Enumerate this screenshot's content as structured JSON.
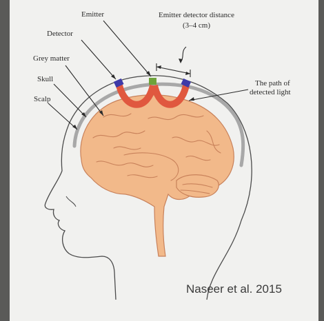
{
  "labels": {
    "emitter": "Emitter",
    "detector": "Detector",
    "grey_matter": "Grey matter",
    "skull": "Skull",
    "scalp": "Scalp",
    "distance_line1": "Emitter detector distance",
    "distance_line2": "(3–4 cm)",
    "path_line1": "The path of",
    "path_line2": "detected light"
  },
  "citation": "Naseer et al. 2015",
  "colors": {
    "background": "#f1f1ef",
    "brain": "#f2b98a",
    "brain_folds": "#c8815a",
    "skull": "#a8a8a8",
    "light_path": "#e0583f",
    "emitter": "#6ea33a",
    "detector": "#3e3aa8",
    "outline": "#4a4a4a"
  }
}
